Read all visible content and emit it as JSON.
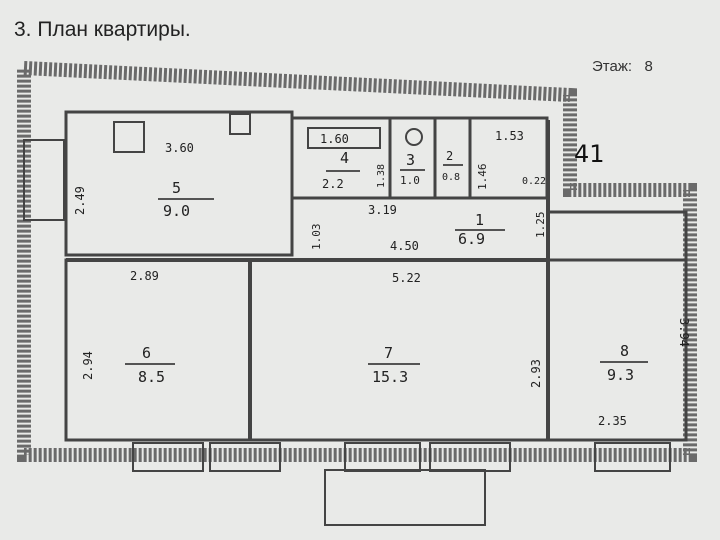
{
  "header": {
    "title": "3.   План квартиры.",
    "floor_label": "Этаж:",
    "floor_value": "8"
  },
  "annotation": "41",
  "rooms": [
    {
      "number": "1",
      "area": "6.9"
    },
    {
      "number": "2",
      "area": "0.8"
    },
    {
      "number": "3",
      "area": "1.0"
    },
    {
      "number": "4",
      "area": "2.2"
    },
    {
      "number": "5",
      "area": "9.0"
    },
    {
      "number": "6",
      "area": "8.5"
    },
    {
      "number": "7",
      "area": "15.3"
    },
    {
      "number": "8",
      "area": "9.3"
    }
  ],
  "dimensions": {
    "kitchen_width": "3.60",
    "kitchen_height": "2.49",
    "bath_length": "1.60",
    "room4_height": "1.38",
    "hall_width": "1.53",
    "wc_height": "1.46",
    "step": "0.22",
    "hall_lower": "1.25",
    "corridor_length": "4.50",
    "corridor_small": "3.19",
    "corridor_height": "1.03",
    "room6_width": "2.89",
    "room6_height": "2.94",
    "room7_width": "5.22",
    "room7_height": "2.93",
    "room8_height": "3.94",
    "room8_width": "2.35"
  },
  "colors": {
    "paper": "#e9eae8",
    "ink": "#222222",
    "wall": "#555555"
  }
}
